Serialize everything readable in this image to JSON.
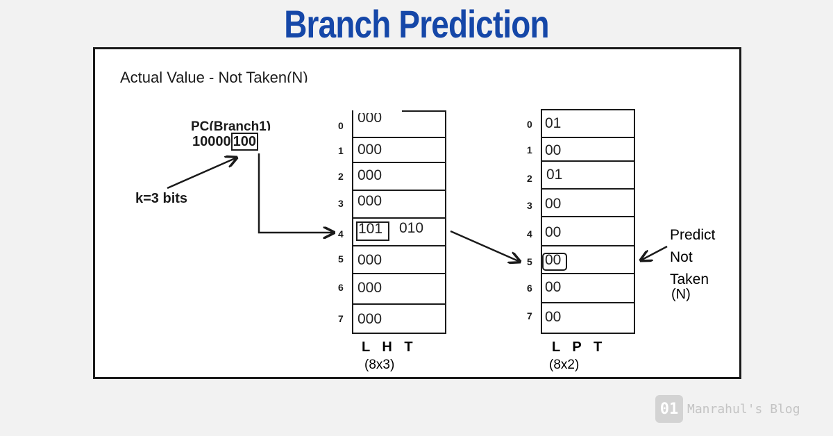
{
  "title": "Branch Prediction",
  "actual_value": "Actual Value -   Not Taken(N)",
  "pc": {
    "label": "PC(Branch1)",
    "address_prefix": "10000",
    "address_index": "100"
  },
  "k_bits": "k=3 bits",
  "lht": {
    "name": "L H T",
    "size": "(8x3)",
    "indices": [
      "0",
      "1",
      "2",
      "3",
      "4",
      "5",
      "6",
      "7"
    ],
    "values": [
      "000",
      "000",
      "000",
      "000",
      "101",
      "000",
      "000",
      "000"
    ],
    "updated_value": "010"
  },
  "lpt": {
    "name": "L P T",
    "size": "(8x2)",
    "indices": [
      "0",
      "1",
      "2",
      "3",
      "4",
      "5",
      "6",
      "7"
    ],
    "values": [
      "01",
      "00",
      "01",
      "00",
      "00",
      "00",
      "00",
      "00"
    ]
  },
  "prediction": {
    "line1": "Predict",
    "line2": "Not",
    "line3": "Taken",
    "line4": "(N)"
  },
  "watermark": {
    "logo": "01",
    "text": "Manrahul's Blog"
  }
}
